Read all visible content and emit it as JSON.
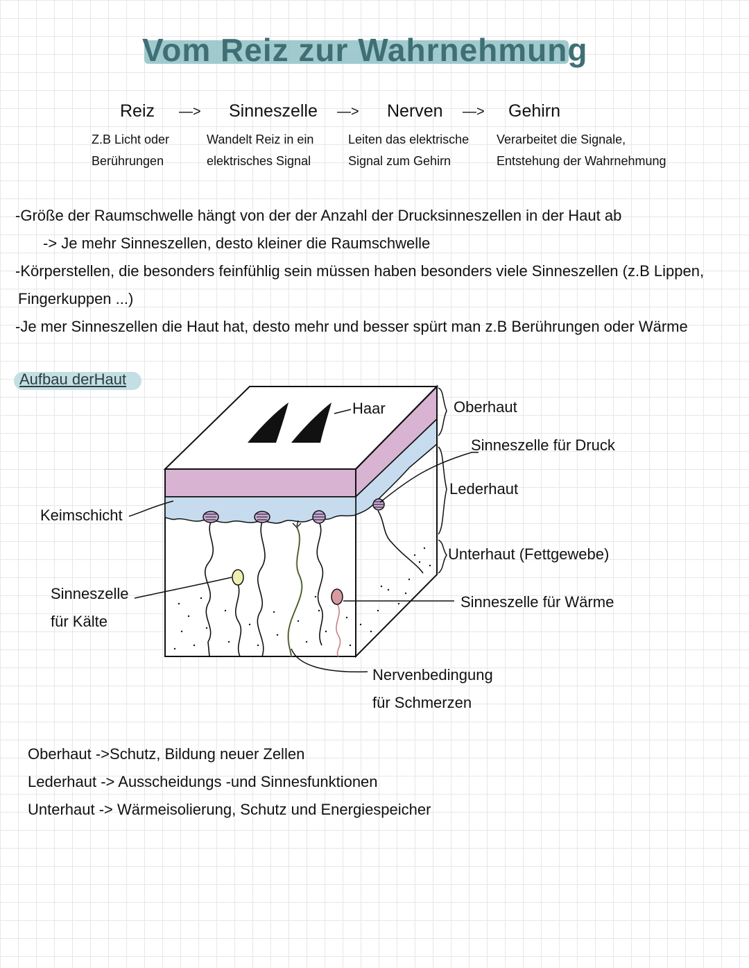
{
  "title": "Vom Reiz zur Wahrnehmung",
  "flow": {
    "arrow": "—>",
    "steps": [
      {
        "head": "Reiz",
        "text": "Z.B Licht oder\nBerührungen"
      },
      {
        "head": "Sinneszelle",
        "text": "Wandelt Reiz in ein\nelektrisches Signal"
      },
      {
        "head": "Nerven",
        "text": "Leiten das elektrische\nSignal zum Gehirn"
      },
      {
        "head": "Gehirn",
        "text": "Verarbeitet die Signale,\nEntstehung der Wahrnehmung"
      }
    ]
  },
  "notes": [
    "-Größe der Raumschwelle hängt von der der Anzahl der Drucksinneszellen in der Haut ab",
    "-> Je mehr Sinneszellen, desto kleiner die Raumschwelle",
    "-Körperstellen, die besonders feinfühlig sein müssen haben besonders viele Sinneszellen (z.B Lippen,",
    "Fingerkuppen ...)",
    "-Je mer Sinneszellen die Haut hat, desto mehr und besser spürt man z.B Berührungen oder Wärme"
  ],
  "section_title": "Aufbau derHaut",
  "diagram": {
    "labels": {
      "haar": "Haar",
      "oberhaut": "Oberhaut",
      "druck": "Sinneszelle für Druck",
      "lederhaut": "Lederhaut",
      "unterhaut": "Unterhaut (Fettgewebe)",
      "waerme": "Sinneszelle für Wärme",
      "keimschicht": "Keimschicht",
      "kaelte_1": "Sinneszelle",
      "kaelte_2": "für Kälte",
      "schmerz_1": "Nervenbedingung",
      "schmerz_2": "für Schmerzen"
    },
    "colors": {
      "oberhaut": "#d8b4d2",
      "keimschicht": "#c6dcee",
      "waerme_cell": "#d99aa0",
      "kaelte_cell": "#eef0b2",
      "druck_cell": "#c9a9d6",
      "schmerz_nerve": "#c7d9a6"
    }
  },
  "functions": [
    "Oberhaut ->Schutz, Bildung neuer Zellen",
    "Lederhaut -> Ausscheidungs -und Sinnesfunktionen",
    "Unterhaut -> Wärmeisolierung, Schutz und Energiespeicher"
  ]
}
